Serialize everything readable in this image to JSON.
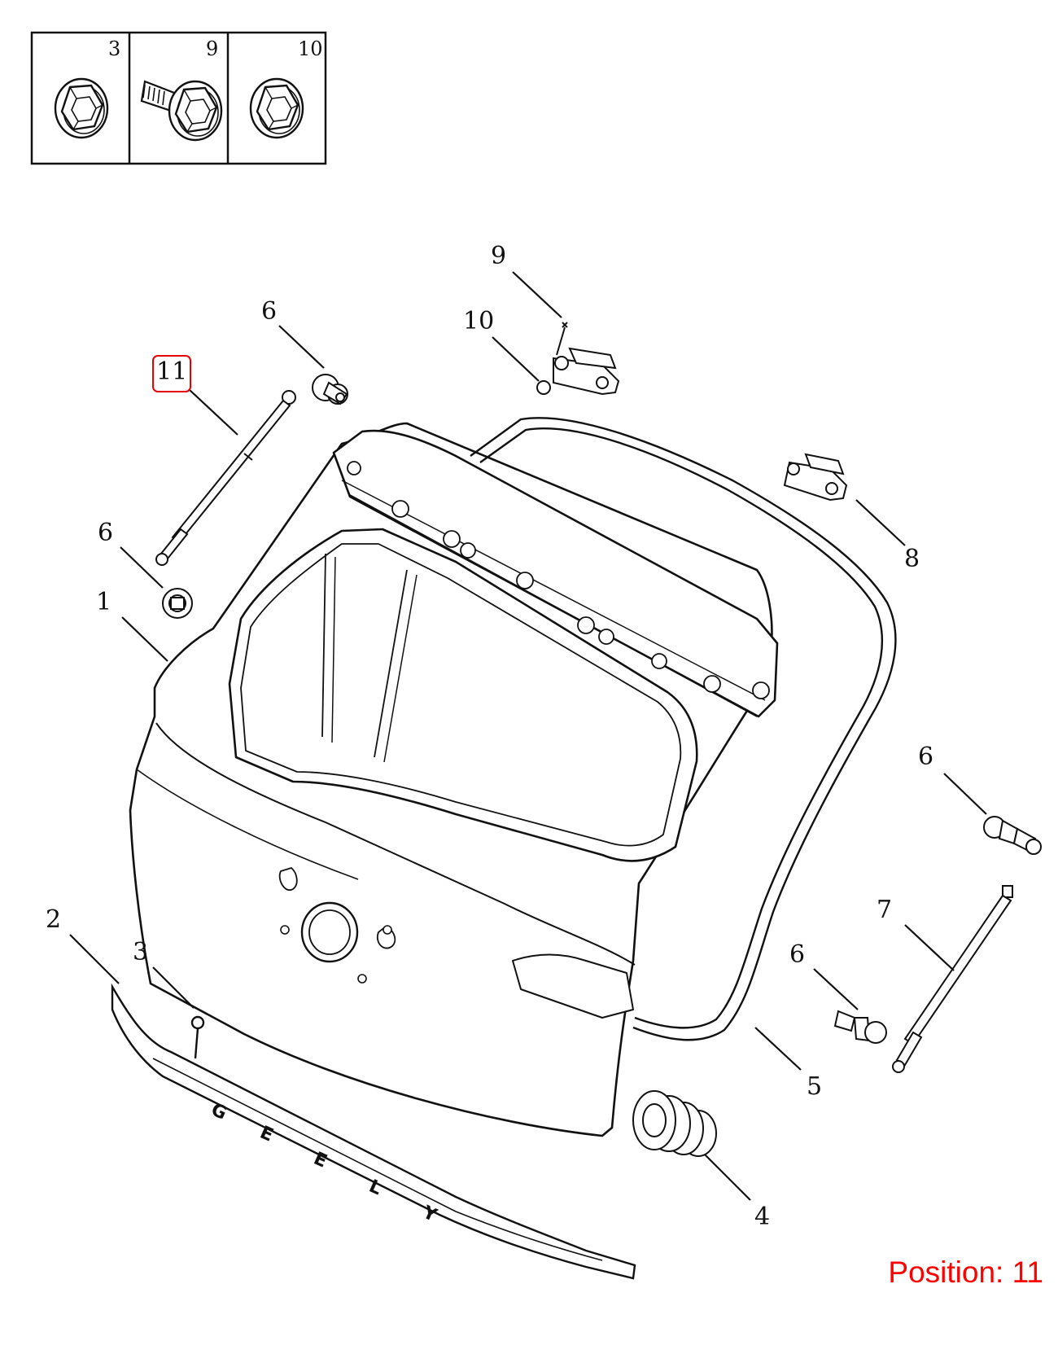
{
  "header_box": {
    "cells": [
      "3",
      "9",
      "10"
    ]
  },
  "callouts": {
    "c1": "1",
    "c2": "2",
    "c3": "3",
    "c4": "4",
    "c5": "5",
    "c6a": "6",
    "c6b": "6",
    "c6c": "6",
    "c6d": "6",
    "c7": "7",
    "c8": "8",
    "c9": "9",
    "c10": "10",
    "c11": "11"
  },
  "badge_letters": [
    "G",
    "E",
    "E",
    "L",
    "Y"
  ],
  "highlighted_callout": "11",
  "position_label": "Position: 11",
  "colors": {
    "line": "#111111",
    "highlight": "#e60000",
    "position_text": "#ff0000"
  }
}
